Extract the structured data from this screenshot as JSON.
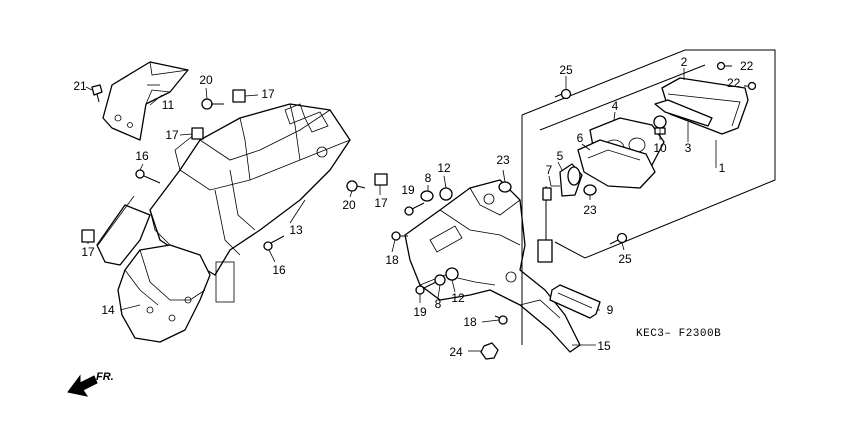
{
  "diagram": {
    "diagram_code": "KEC3– F2300B",
    "direction_label": "FR.",
    "callouts": [
      {
        "id": "c1",
        "text": "1"
      },
      {
        "id": "c2",
        "text": "2"
      },
      {
        "id": "c3",
        "text": "3"
      },
      {
        "id": "c4",
        "text": "4"
      },
      {
        "id": "c5",
        "text": "5"
      },
      {
        "id": "c6",
        "text": "6"
      },
      {
        "id": "c7",
        "text": "7"
      },
      {
        "id": "c8a",
        "text": "8"
      },
      {
        "id": "c8b",
        "text": "8"
      },
      {
        "id": "c9",
        "text": "9"
      },
      {
        "id": "c10",
        "text": "10"
      },
      {
        "id": "c11",
        "text": "11"
      },
      {
        "id": "c12a",
        "text": "12"
      },
      {
        "id": "c12b",
        "text": "12"
      },
      {
        "id": "c13",
        "text": "13"
      },
      {
        "id": "c14",
        "text": "14"
      },
      {
        "id": "c15",
        "text": "15"
      },
      {
        "id": "c16a",
        "text": "16"
      },
      {
        "id": "c16b",
        "text": "16"
      },
      {
        "id": "c17a",
        "text": "17"
      },
      {
        "id": "c17b",
        "text": "17"
      },
      {
        "id": "c17c",
        "text": "17"
      },
      {
        "id": "c17d",
        "text": "17"
      },
      {
        "id": "c18a",
        "text": "18"
      },
      {
        "id": "c18b",
        "text": "18"
      },
      {
        "id": "c19a",
        "text": "19"
      },
      {
        "id": "c19b",
        "text": "19"
      },
      {
        "id": "c20a",
        "text": "20"
      },
      {
        "id": "c20b",
        "text": "20"
      },
      {
        "id": "c21",
        "text": "21"
      },
      {
        "id": "c22a",
        "text": "22"
      },
      {
        "id": "c22b",
        "text": "22"
      },
      {
        "id": "c23a",
        "text": "23"
      },
      {
        "id": "c23b",
        "text": "23"
      },
      {
        "id": "c24",
        "text": "24"
      },
      {
        "id": "c25a",
        "text": "25"
      },
      {
        "id": "c25b",
        "text": "25"
      }
    ]
  }
}
